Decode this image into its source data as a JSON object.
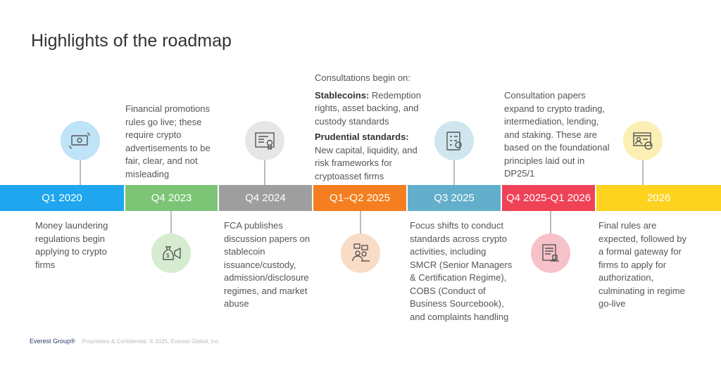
{
  "title": "Highlights of the roadmap",
  "milestones": [
    {
      "label": "Q1 2020",
      "color": "#1fa6ef",
      "icon": "money-exchange-icon",
      "text": "Money laundering regulations begin applying to crypto firms"
    },
    {
      "label": "Q4 2023",
      "color": "#7cc576",
      "icon": "money-bag-megaphone-icon",
      "text": "Financial promotions rules go live; these require crypto advertisements to be fair, clear, and not misleading"
    },
    {
      "label": "Q4 2024",
      "color": "#9e9e9e",
      "icon": "certificate-icon",
      "text": "FCA publishes discussion papers on stablecoin issuance/custody, admission/disclosure regimes, and market abuse"
    },
    {
      "label": "Q1–Q2 2025",
      "color": "#f57f20",
      "icon": "consultation-icon",
      "intro": "Consultations begin on:",
      "b1": "Stablecoins:",
      "t1": " Redemption rights, asset backing, and custody standards",
      "b2": "Prudential standards:",
      "t2": " New capital, liquidity, and risk frameworks for cryptoasset firms"
    },
    {
      "label": "Q3 2025",
      "color": "#63afcb",
      "icon": "checklist-gear-icon",
      "text": "Focus shifts to conduct standards across crypto activities, including SMCR (Senior Managers & Certification Regime), COBS (Conduct of Business Sourcebook), and complaints handling"
    },
    {
      "label": "Q4 2025-Q1 2026",
      "color": "#ef4257",
      "icon": "legal-document-icon",
      "text": "Consultation papers expand to crypto trading, intermediation, lending, and staking. These are based on the foundational principles laid out in DP25/1"
    },
    {
      "label": "2026",
      "color": "#fdd31f",
      "icon": "profile-gear-icon",
      "text": "Final rules are expected, followed by a formal gateway for firms to apply for authorization, culminating in regime go-live"
    }
  ],
  "footer": {
    "logo": "Everest Group®",
    "text": "Proprietary & Confidential. © 2025, Everest Global, Inc."
  }
}
